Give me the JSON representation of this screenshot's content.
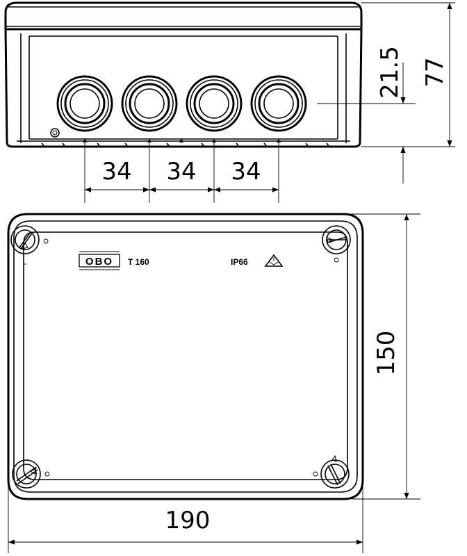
{
  "side_view": {
    "dim_spacing": [
      "34",
      "34",
      "34"
    ],
    "dim_entry_height": "21.5",
    "dim_height": "77"
  },
  "top_view": {
    "brand": "OBO",
    "model": "T 160",
    "rating": "IP66",
    "dim_depth": "150",
    "dim_width": "190"
  }
}
